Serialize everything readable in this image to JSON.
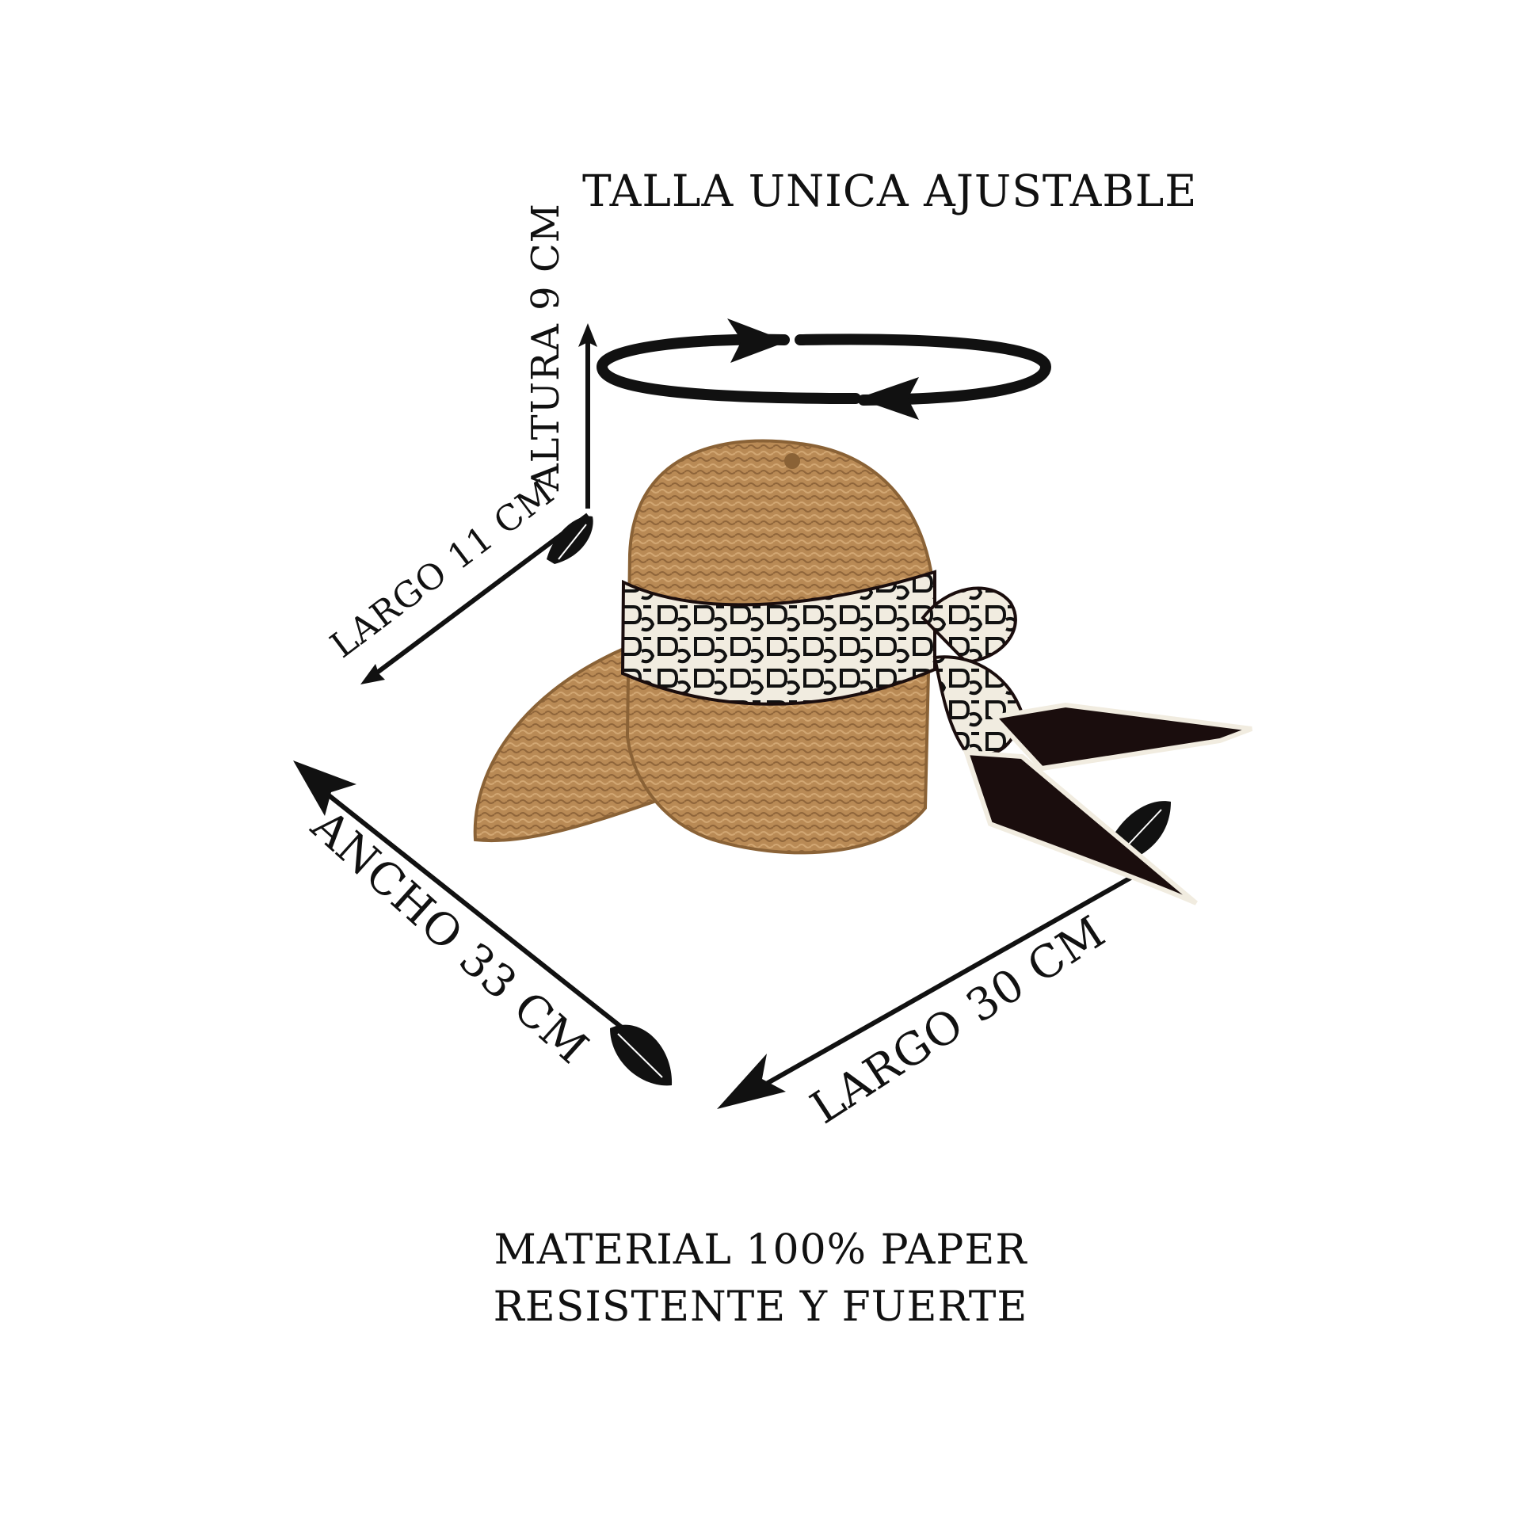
{
  "title": "TALLA UNICA AJUSTABLE",
  "dimensions": {
    "altura": "ALTURA 9 CM",
    "largo_small": "LARGO 11 CM",
    "ancho": "ANCHO 33 CM",
    "largo_large": "LARGO 30 CM"
  },
  "material": {
    "line1": "MATERIAL 100% PAPER",
    "line2": "RESISTENTE Y FUERTE"
  },
  "icons": {
    "rotation": "circular-arrows-icon",
    "arrow": "arrow-icon",
    "feather": "feather-icon"
  },
  "colors": {
    "straw": "#b98a55",
    "straw_dark": "#8a6236",
    "ribbon_dark": "#1a0d0d",
    "ribbon_light": "#f1ece0",
    "ink": "#111111"
  }
}
